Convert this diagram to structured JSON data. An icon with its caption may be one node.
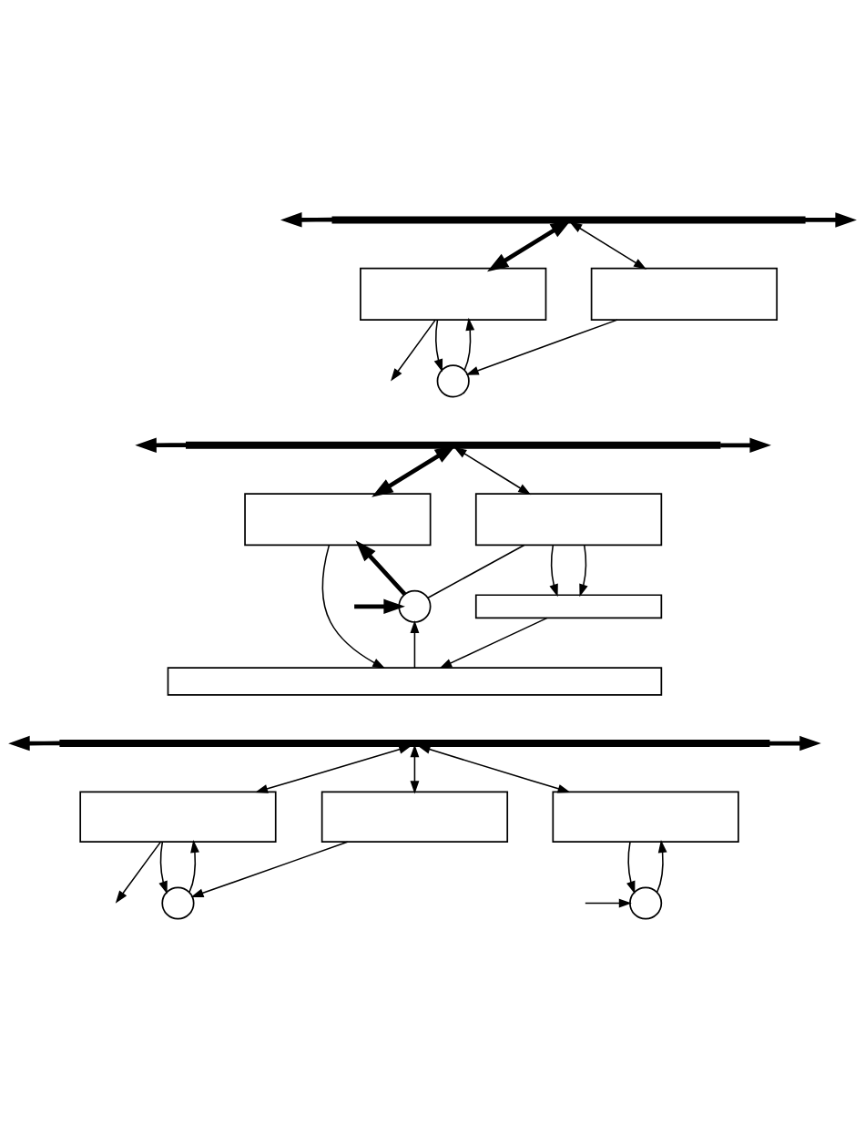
{
  "diagram": {
    "nodes": [
      {
        "text": [],
        "shape": "bar"
      },
      {
        "text": [],
        "shape": "box"
      },
      {
        "text": [],
        "shape": "box"
      },
      {
        "text": [],
        "shape": "circle"
      },
      {
        "text": [],
        "shape": "bar"
      },
      {
        "text": [],
        "shape": "box"
      },
      {
        "text": [],
        "shape": "box"
      },
      {
        "text": [],
        "shape": "circle"
      },
      {
        "text": [],
        "shape": "box"
      },
      {
        "text": [],
        "shape": "box"
      },
      {
        "text": [],
        "shape": "bar"
      },
      {
        "text": [],
        "shape": "box"
      },
      {
        "text": [],
        "shape": "box"
      },
      {
        "text": [],
        "shape": "box"
      },
      {
        "text": [],
        "shape": "circle"
      },
      {
        "text": [],
        "shape": "circle"
      }
    ],
    "edges": [
      {
        "from": 0,
        "to": null,
        "arrow": "to",
        "style": "thick"
      },
      {
        "from": 0,
        "to": null,
        "arrow": "to",
        "style": "thick"
      },
      {
        "from": 0,
        "to": 1,
        "arrow": "both",
        "style": "thick"
      },
      {
        "from": 0,
        "to": 2,
        "arrow": "both"
      },
      {
        "from": 1,
        "to": null,
        "arrow": "to"
      },
      {
        "from": 1,
        "to": 3,
        "arrow": "to"
      },
      {
        "from": 3,
        "to": 1,
        "arrow": "to"
      },
      {
        "from": 2,
        "to": 3,
        "arrow": "to"
      },
      {
        "from": 4,
        "to": null,
        "arrow": "to",
        "style": "thick"
      },
      {
        "from": 4,
        "to": null,
        "arrow": "to",
        "style": "thick"
      },
      {
        "from": 4,
        "to": 5,
        "arrow": "both",
        "style": "thick"
      },
      {
        "from": 4,
        "to": 6,
        "arrow": "both"
      },
      {
        "from": null,
        "to": 7,
        "arrow": "to",
        "style": "thick"
      },
      {
        "from": 7,
        "to": 5,
        "arrow": "to",
        "style": "thick"
      },
      {
        "from": 7,
        "to": 6,
        "arrow": "none"
      },
      {
        "from": 6,
        "to": 8,
        "arrow": "to"
      },
      {
        "from": 6,
        "to": 8,
        "arrow": "to"
      },
      {
        "from": 5,
        "to": 9,
        "arrow": "to"
      },
      {
        "from": 8,
        "to": 9,
        "arrow": "to"
      },
      {
        "from": 9,
        "to": 7,
        "arrow": "to"
      },
      {
        "from": 10,
        "to": null,
        "arrow": "to",
        "style": "thick"
      },
      {
        "from": 10,
        "to": null,
        "arrow": "to",
        "style": "thick"
      },
      {
        "from": 10,
        "to": 11,
        "arrow": "both"
      },
      {
        "from": 10,
        "to": 12,
        "arrow": "both"
      },
      {
        "from": 10,
        "to": 13,
        "arrow": "both"
      },
      {
        "from": 11,
        "to": null,
        "arrow": "to"
      },
      {
        "from": 11,
        "to": 14,
        "arrow": "to"
      },
      {
        "from": 14,
        "to": 11,
        "arrow": "to"
      },
      {
        "from": 12,
        "to": 14,
        "arrow": "to"
      },
      {
        "from": 13,
        "to": 15,
        "arrow": "to"
      },
      {
        "from": null,
        "to": 15,
        "arrow": "to"
      },
      {
        "from": 15,
        "to": 13,
        "arrow": "to"
      }
    ]
  }
}
